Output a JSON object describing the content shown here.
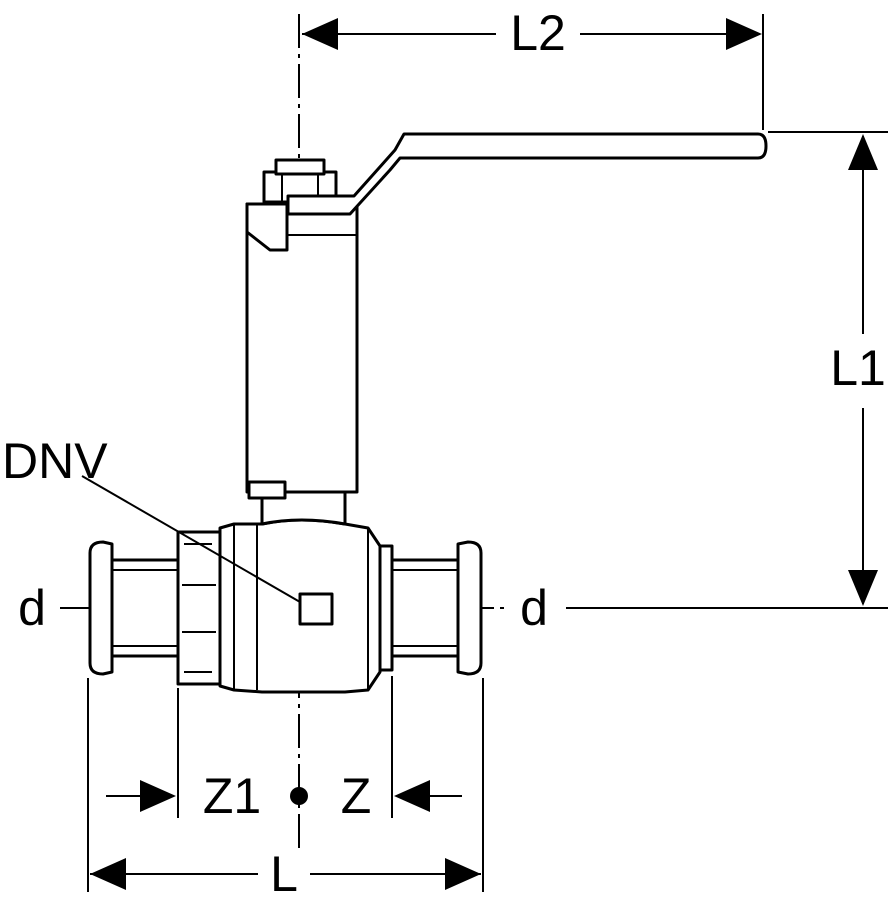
{
  "labels": {
    "l2": "L2",
    "l1": "L1",
    "dnv": "DNV",
    "d_left": "d",
    "d_right": "d",
    "z1": "Z1",
    "z": "Z",
    "l": "L"
  }
}
